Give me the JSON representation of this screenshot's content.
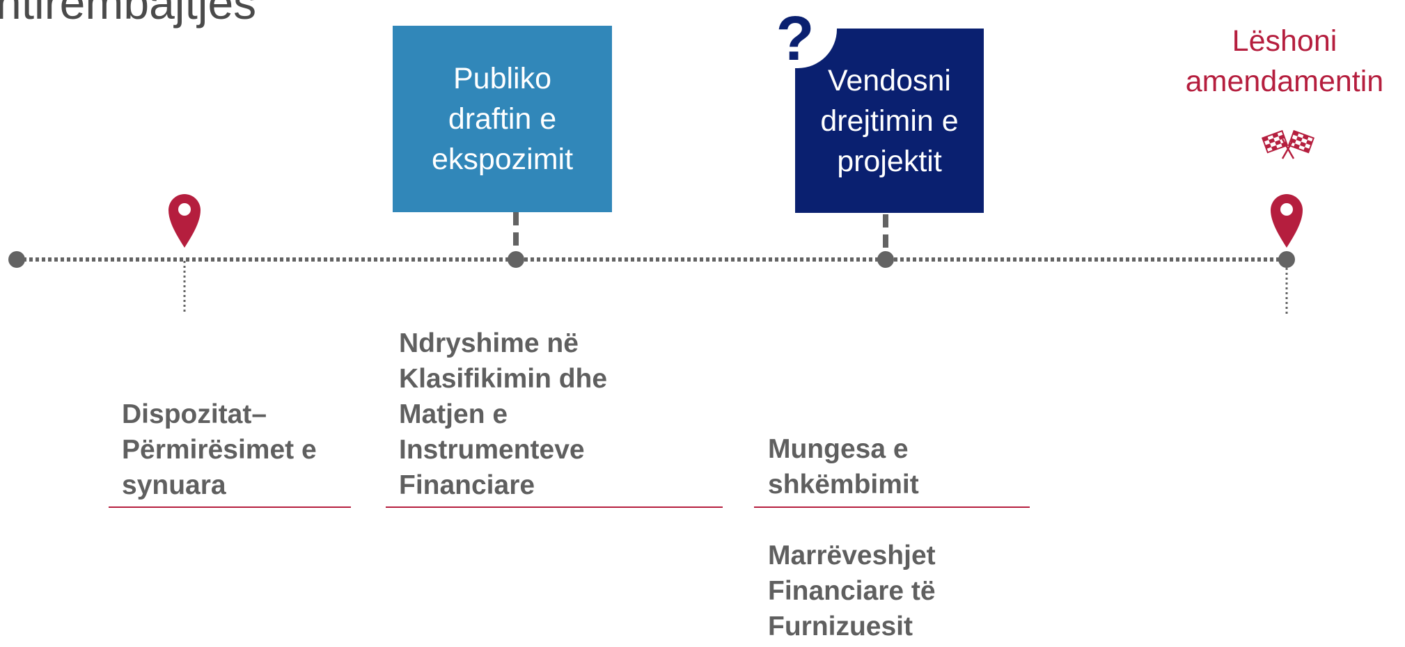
{
  "title": "ntirembajtjes",
  "colors": {
    "light_blue": "#3187b9",
    "dark_navy": "#0a2070",
    "accent_red": "#b51e3e",
    "text_gray": "#5f5f5f",
    "timeline_gray": "#636363"
  },
  "boxes": {
    "publish": [
      "Publiko",
      "draftin e",
      "ekspozimit"
    ],
    "direction": [
      "Vendosni",
      "drejtimin e",
      "projektit"
    ]
  },
  "release": [
    "Lëshoni",
    "amendamentin"
  ],
  "milestones": {
    "dispozitat": [
      "Dispozitat–",
      "Përmirësimet e",
      "synuara"
    ],
    "klasifikimi": [
      "Ndryshime në",
      "Klasifikimin dhe",
      "Matjen e",
      "Instrumenteve",
      "Financiare"
    ],
    "mungesa": [
      "Mungesa e",
      "shkëmbimit"
    ],
    "marreveshjet": [
      "Marrëveshjet",
      "Financiare të",
      "Furnizuesit"
    ]
  },
  "icons": {
    "pin": "map-pin-icon",
    "question": "question-mark-icon",
    "flags": "checkered-flags-icon"
  }
}
